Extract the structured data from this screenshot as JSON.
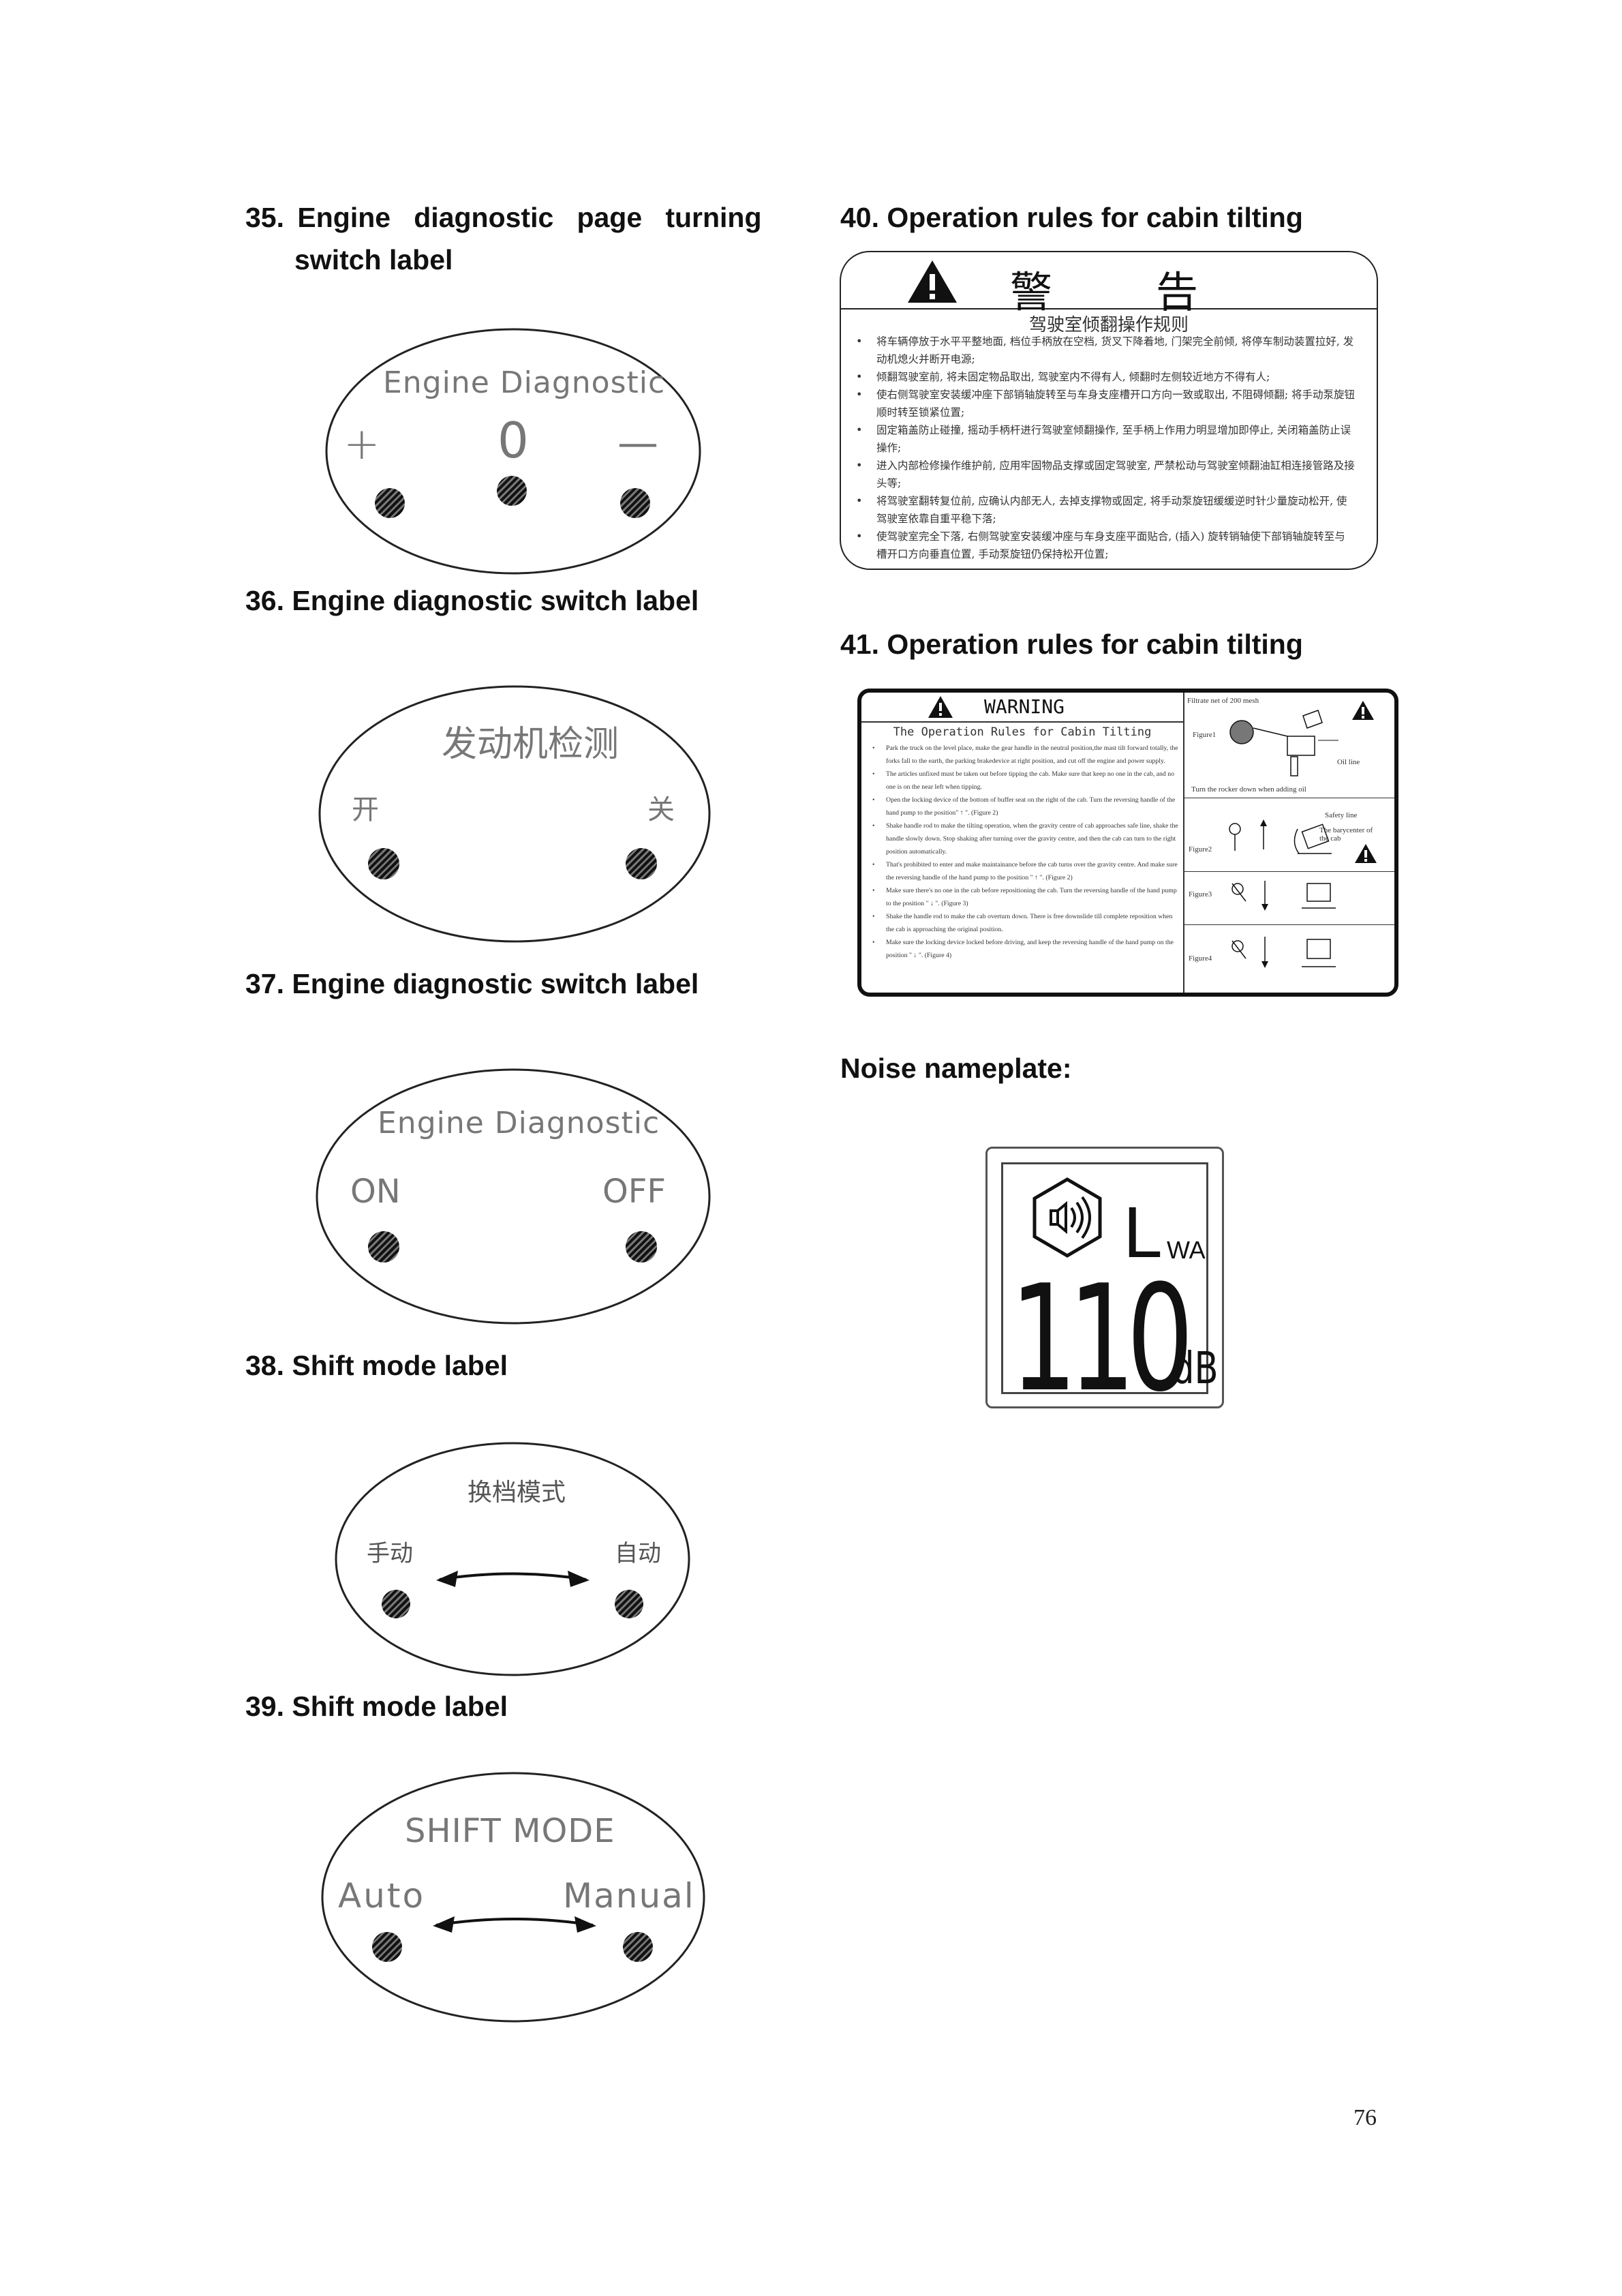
{
  "headings": {
    "h35_num": "35.",
    "h35_line1": "Engine   diagnostic   page   turning",
    "h35_line2": "switch label",
    "h36": "36. Engine diagnostic switch label",
    "h37": "37. Engine diagnostic switch label",
    "h38": "38. Shift mode label",
    "h39": "39. Shift mode label",
    "h40": "40. Operation rules for cabin tilting",
    "h41": "41. Operation rules for cabin tilting",
    "noise": "Noise nameplate:"
  },
  "label35": {
    "title": "Engine Diagnostic",
    "plus": "+",
    "zero": "0",
    "minus": "—"
  },
  "label36": {
    "title": "发动机检测",
    "on": "开",
    "off": "关"
  },
  "label37": {
    "title": "Engine Diagnostic",
    "on": "ON",
    "off": "OFF"
  },
  "label38": {
    "title": "换档模式",
    "left": "手动",
    "right": "自动"
  },
  "label39": {
    "title": "SHIFT MODE",
    "left": "Auto",
    "right": "Manual"
  },
  "warning40": {
    "header_left": "警",
    "header_right": "告",
    "subtitle": "驾驶室倾翻操作规则",
    "items": [
      "将车辆停放于水平平整地面, 档位手柄放在空档, 货叉下降着地, 门架完全前倾, 将停车制动装置拉好, 发动机熄火并断开电源;",
      "倾翻驾驶室前, 将未固定物品取出, 驾驶室内不得有人, 倾翻时左侧较近地方不得有人;",
      "使右侧驾驶室安装缓冲座下部销轴旋转至与车身支座槽开口方向一致或取出, 不阻碍倾翻; 将手动泵旋钮顺时转至锁紧位置;",
      "固定箱盖防止碰撞, 摇动手柄杆进行驾驶室倾翻操作, 至手柄上作用力明显增加即停止, 关闭箱盖防止误操作;",
      "进入内部检修操作维护前, 应用牢固物品支撑或固定驾驶室, 严禁松动与驾驶室倾翻油缸相连接管路及接头等;",
      "将驾驶室翻转复位前, 应确认内部无人, 去掉支撑物或固定, 将手动泵旋钮缓缓逆时针少量旋动松开, 使驾驶室依靠自重平稳下落;",
      "使驾驶室完全下落, 右侧驾驶室安装缓冲座与车身支座平面贴合, (插入) 旋转销轴使下部销轴旋转至与槽开口方向垂直位置, 手动泵旋钮仍保持松开位置;"
    ]
  },
  "warning41": {
    "title": "WARNING",
    "subtitle": "The Operation Rules for Cabin Tilting",
    "items": [
      "Park the truck on the level place, make the gear handle in the neutral position,the mast tilt forward totally, the forks fall to the earth, the parking brakedevice at right position, and cut off the engine and power supply.",
      "The articles unfixed must be taken out before tipping the cab. Make sure that keep no one in the cab, and no one is on the near left when tipping.",
      "Open the locking device of the bottom of buffer seat on the right of the cab. Turn the reversing handle of the hand pump to the position\" ↑ \". (Figure 2)",
      "Shake handle rod to make the tilting operation, when the gravity centre of cab approaches safe line, shake the handle slowly down. Stop shaking after turning over the gravity centre, and then the cab can turn to the right position automatically.",
      "That's prohibited to enter and make maintainance before the cab turns over the gravity centre. And make sure the reversing handle of the hand pump to the position \" ↑ \". (Figure 2)",
      "Make sure there's no one in the cab before repositioning the cab. Turn the reversing handle of the hand pump to the position \" ↓ \". (Figure 3)",
      "Shake the handle rod to make the cab overturn down. There is free downslide till complete reposition when the cab is approaching the original position.",
      "Make sure the locking device locked before driving, and keep the reversing handle of the hand pump on the position \" ↓ \". (Figure 4)"
    ],
    "fig_filtrate": "Filtrate net of 200 mesh",
    "fig1": "Figure1",
    "oil_line": "Oil line",
    "turn_rocker": "Turn the rocker down when adding oil",
    "safety_line": "Safety line",
    "barycenter": "The barycenter of the cab",
    "fig2": "Figure2",
    "fig3": "Figure3",
    "fig4": "Figure4"
  },
  "noise_plate": {
    "L": "L",
    "sub": "WA",
    "value": "110",
    "unit": "dB"
  },
  "page_number": "76"
}
